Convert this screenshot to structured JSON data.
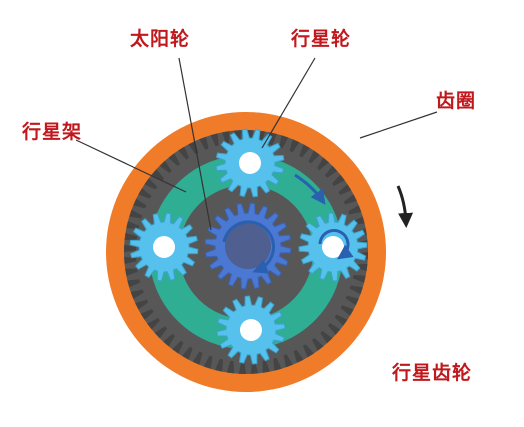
{
  "labels": {
    "sun_gear": "太阳轮",
    "planet_gear": "行星轮",
    "ring_gear": "齿圈",
    "carrier": "行星架",
    "system_name": "行星齿轮"
  },
  "colors": {
    "ring_outer": "#f07b28",
    "ring_body": "#575757",
    "carrier": "#2fae94",
    "planet_gear": "#56c1ec",
    "sun_gear": "#4a78d2",
    "sun_hub": "#4f5f8f",
    "arrow": "#2a60b0",
    "label_text": "#c0181c",
    "leader_line": "#333333"
  }
}
